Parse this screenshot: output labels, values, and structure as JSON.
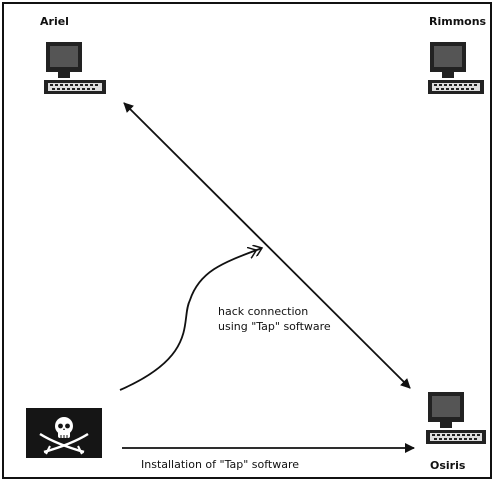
{
  "nodes": {
    "ariel": {
      "label": "Ariel"
    },
    "rimmons": {
      "label": "Rimmons"
    },
    "osiris": {
      "label": "Osiris"
    }
  },
  "edges": {
    "hack_connection": {
      "label_line1": "hack connection",
      "label_line2": "using \"Tap\" software"
    },
    "installation": {
      "label": "Installation of \"Tap\" software"
    }
  },
  "icons": {
    "computer": "computer-icon",
    "attacker": "pirate-flag-icon"
  }
}
